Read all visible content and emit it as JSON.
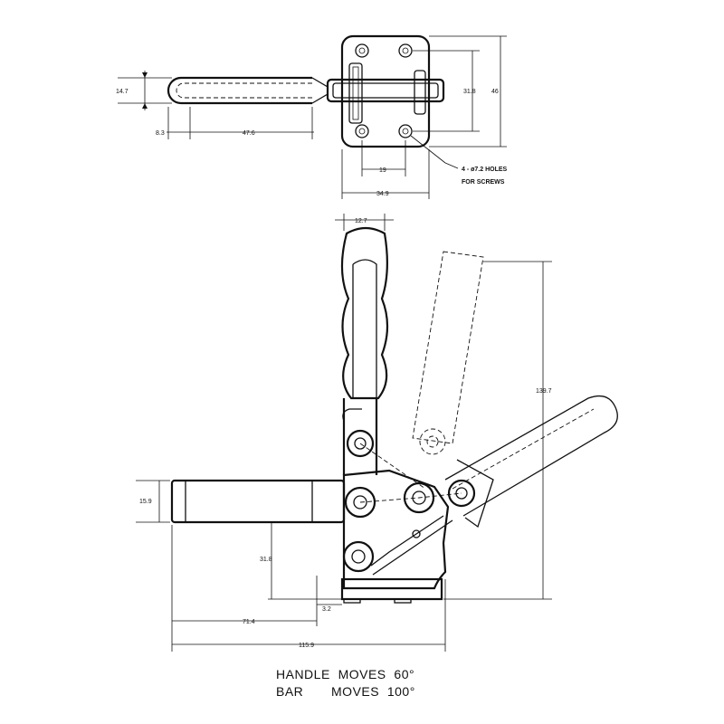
{
  "top_view": {
    "dims": {
      "height_14_7": "14.7",
      "offset_8_3": "8.3",
      "length_47_6": "47.6",
      "spacing_19": "19",
      "width_34_9": "34.9",
      "spacing_31_8": "31.8",
      "height_46": "46"
    },
    "hole_note_line1": "4 - ø7.2 HOLES",
    "hole_note_line2": "FOR SCREWS"
  },
  "side_view": {
    "dims": {
      "grip_12_7": "12.7",
      "height_139_7": "139.7",
      "bar_15_9": "15.9",
      "height_31_8": "31.8",
      "offset_3_2": "3.2",
      "length_71_4": "71.4",
      "length_115_9": "115.9"
    }
  },
  "caption": {
    "line1": "HANDLE  MOVES  60°",
    "line2": "BAR       MOVES  100°"
  }
}
